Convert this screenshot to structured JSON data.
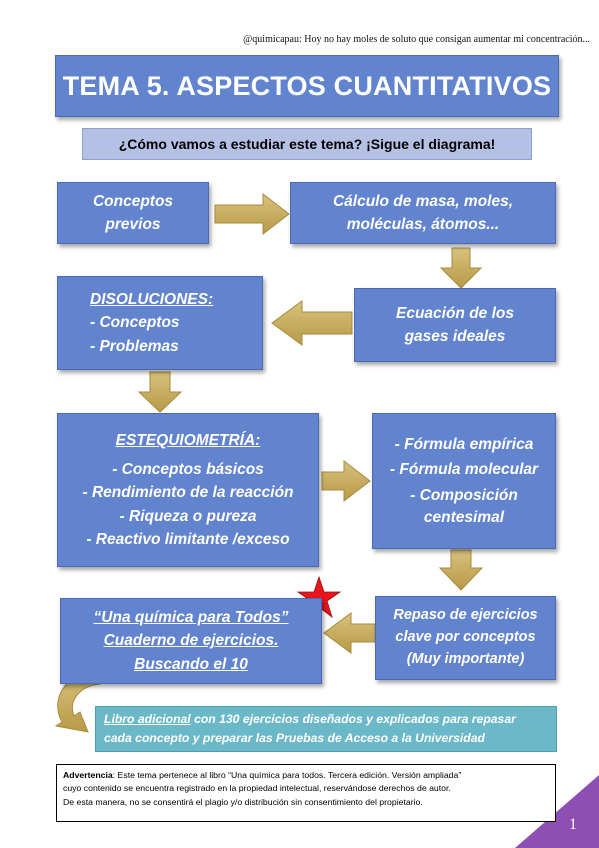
{
  "header_note": "@quimicapau: Hoy no hay moles de soluto que consigan aumentar mi concentración...",
  "title": "TEMA 5. ASPECTOS CUANTITATIVOS",
  "subtitle": "¿Cómo vamos a estudiar este tema? ¡Sigue el diagrama!",
  "nodes": {
    "conceptos_previos": [
      "Conceptos",
      "previos"
    ],
    "calculo": [
      "Cálculo de masa, moles,",
      "moléculas, átomos..."
    ],
    "ecuacion_gases": [
      "Ecuación de los",
      "gases ideales"
    ],
    "disoluciones": {
      "heading": "DISOLUCIONES:",
      "items": [
        "- Conceptos",
        "- Problemas"
      ]
    },
    "estequiometria": {
      "heading": "ESTEQUIOMETRÍA:",
      "items": [
        "- Conceptos básicos",
        "- Rendimiento de la reacción",
        "- Riqueza o pureza",
        "- Reactivo limitante /exceso"
      ]
    },
    "formulas": [
      "- Fórmula empírica",
      "- Fórmula molecular",
      "- Composición",
      "centesimal"
    ],
    "repaso": [
      "Repaso de ejercicios",
      "clave por conceptos",
      "(Muy importante)"
    ],
    "libro": [
      "“Una química para Todos”",
      "Cuaderno de ejercicios.",
      "Buscando el 10"
    ]
  },
  "bonus": {
    "link_text": "Libro adicional",
    "line1_rest": " con 130 ejercicios diseñados y explicados para repasar",
    "line2": "cada concepto y preparar las Pruebas de Acceso a la Universidad"
  },
  "warning": {
    "label": "Advertencia",
    "line1": ": Este tema pertenece al libro “Una química para todos. Tercera edición. Versión ampliada”",
    "line2": "cuyo contenido se encuentra registrado en la propiedad intelectual, reservándose derechos de autor.",
    "line3": "De esta manera, no se consentirá el plagio y/o distribución sin consentimiento del propietario."
  },
  "page_number": "1",
  "colors": {
    "box_blue": "#6283ce",
    "subtitle_bg": "#b4c1e5",
    "arrow_gold": "#c9b062",
    "bonus_teal": "#6bb8c8",
    "star_red": "#e8151b",
    "corner_purple": "#8e4fb5"
  }
}
